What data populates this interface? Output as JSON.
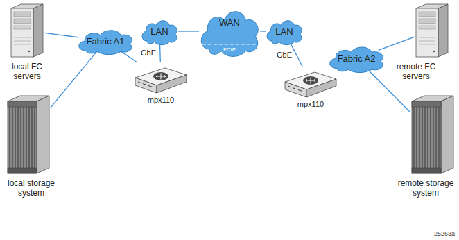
{
  "diagram": {
    "nodes": [
      {
        "text": [
          "local FC servers"
        ]
      },
      {
        "text": [
          "local storage system"
        ]
      },
      {
        "text": [
          "Fabric A1"
        ]
      },
      {
        "text": [
          "LAN"
        ]
      },
      {
        "text": [
          "WAN",
          "FCIP"
        ]
      },
      {
        "text": [
          "LAN"
        ]
      },
      {
        "text": [
          "mpx110"
        ]
      },
      {
        "text": [
          "mpx110"
        ]
      },
      {
        "text": [
          "Fabric A2"
        ]
      },
      {
        "text": [
          "remote FC servers"
        ]
      },
      {
        "text": [
          "remote storage system"
        ]
      }
    ],
    "edges": [
      {
        "from": 0,
        "to": 2,
        "arrow": "none"
      },
      {
        "from": 1,
        "to": 2,
        "arrow": "none"
      },
      {
        "from": 2,
        "to": 6,
        "arrow": "none"
      },
      {
        "from": 6,
        "to": 3,
        "label": "GbE",
        "arrow": "none"
      },
      {
        "from": 3,
        "to": 4,
        "arrow": "none"
      },
      {
        "from": 4,
        "to": 5,
        "arrow": "none"
      },
      {
        "from": 5,
        "to": 7,
        "label": "GbE",
        "arrow": "none"
      },
      {
        "from": 7,
        "to": 8,
        "arrow": "none"
      },
      {
        "from": 8,
        "to": 9,
        "arrow": "none"
      },
      {
        "from": 8,
        "to": 10,
        "arrow": "none"
      }
    ],
    "labels": [
      "25263a"
    ]
  }
}
